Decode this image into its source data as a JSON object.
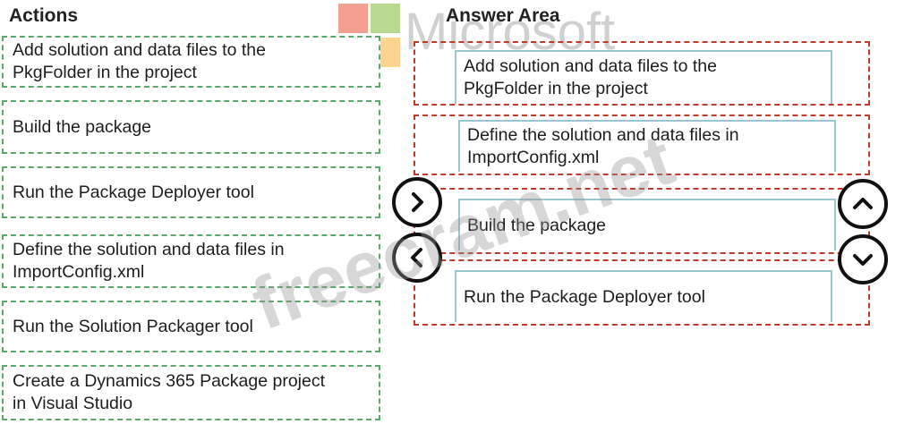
{
  "actions_heading": "Actions",
  "answer_heading": "Answer Area",
  "actions": [
    {
      "line1": "Add solution and data files to the",
      "line2": "PkgFolder in the project"
    },
    {
      "line1": "Build the package",
      "line2": ""
    },
    {
      "line1": "Run the Package Deployer tool",
      "line2": ""
    },
    {
      "line1": "Define the solution and data files in",
      "line2": "ImportConfig.xml"
    },
    {
      "line1": "Run the Solution Packager tool",
      "line2": ""
    },
    {
      "line1": "Create a Dynamics 365 Package project",
      "line2": "in Visual Studio"
    }
  ],
  "answer_items": [
    {
      "line1": "Add solution and data files to the",
      "line2": "PkgFolder in the project"
    },
    {
      "line1": "Define the solution and data files in",
      "line2": "ImportConfig.xml"
    },
    {
      "line1": "Build the package",
      "line2": ""
    },
    {
      "line1": "Run the Package Deployer tool",
      "line2": ""
    }
  ],
  "logo_text": "Microsoft",
  "watermark_text": "freecram.net",
  "colors": {
    "action_border": "#5aa86a",
    "answer_border": "#c0392b",
    "logo_red": "#f25022",
    "logo_green": "#7fba00",
    "logo_blue": "#00a4ef",
    "logo_yellow": "#ffb900"
  },
  "icons": {
    "move_right": "chevron-right-icon",
    "move_left": "chevron-left-icon",
    "move_up": "chevron-up-icon",
    "move_down": "chevron-down-icon"
  }
}
